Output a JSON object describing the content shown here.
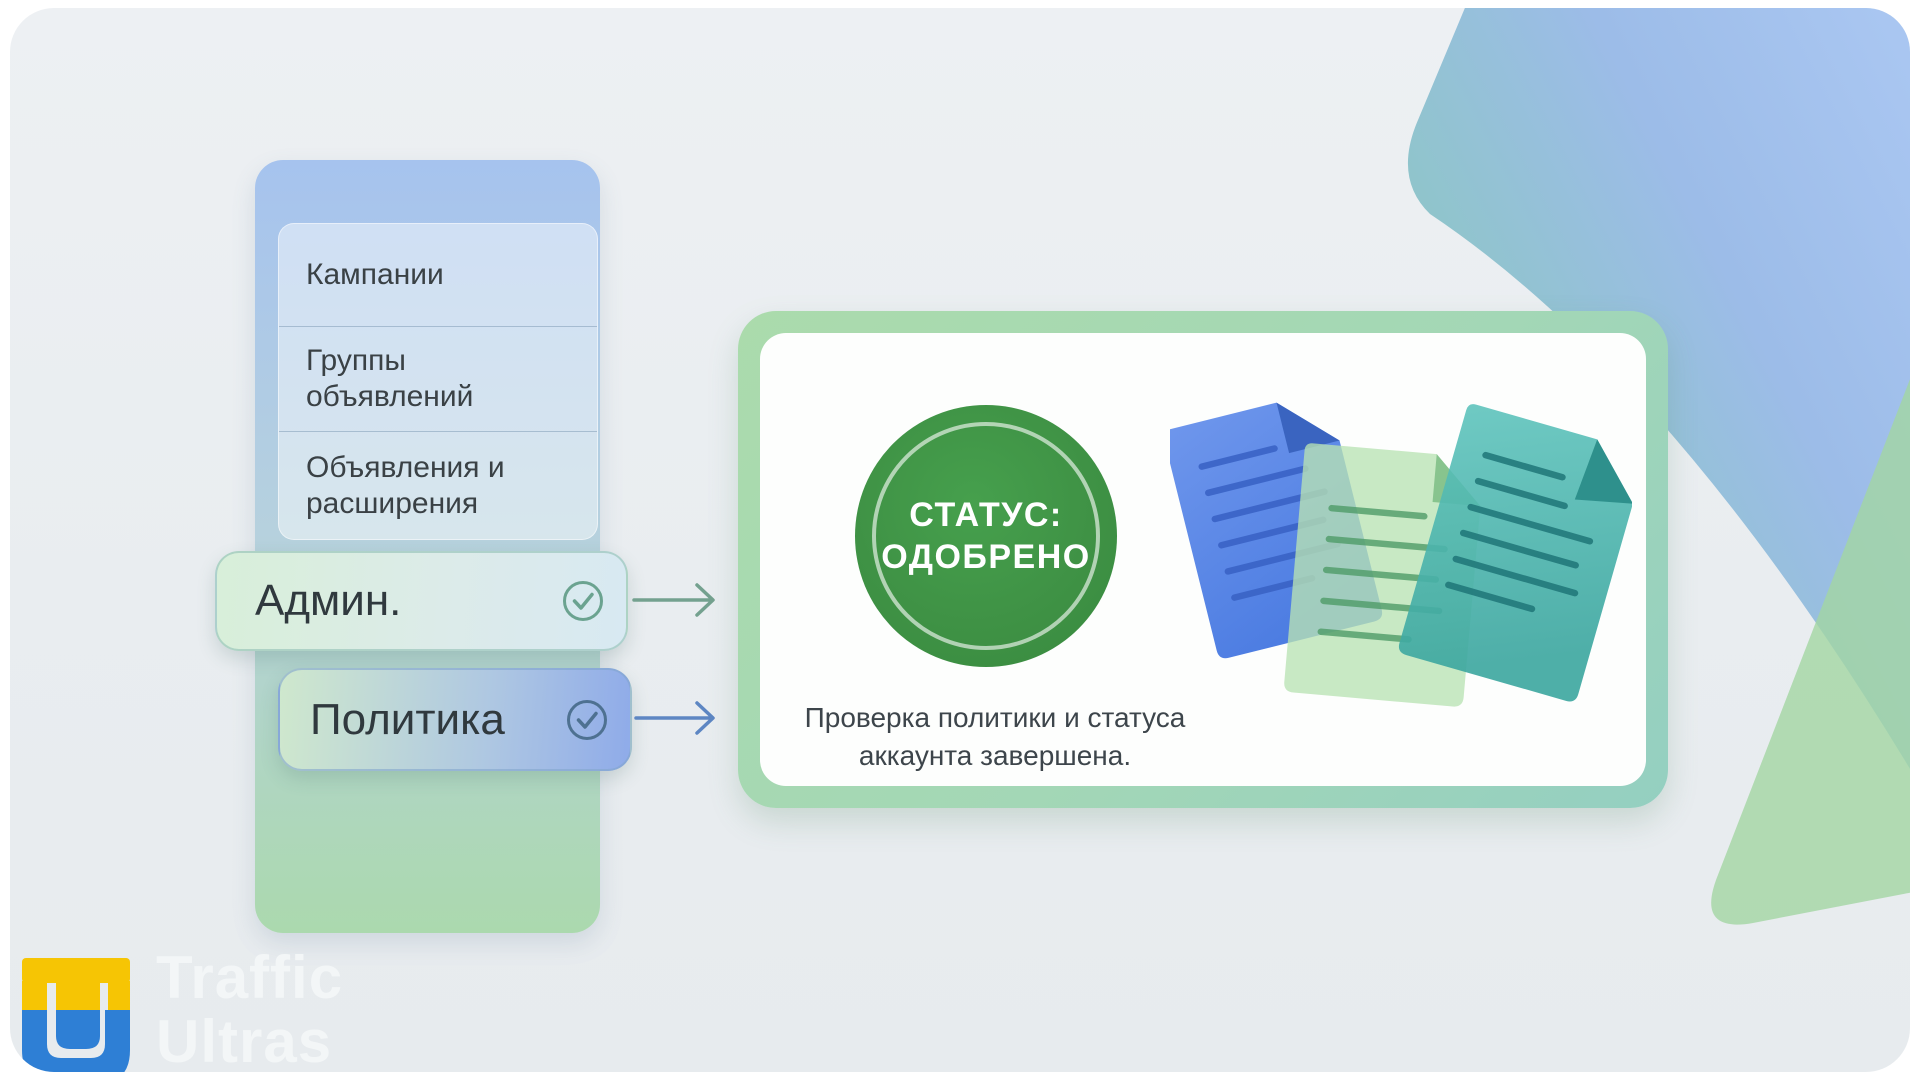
{
  "colors": {
    "status_green": "#3f9245",
    "card_border_green": "#a9d9ab",
    "panel_blue": "#a6c3ee",
    "panel_green": "#abd9ae",
    "brand_yellow": "#f6c504",
    "brand_blue": "#2e7fd5",
    "doc_blue": "#5c85e6",
    "doc_green": "#b9e3b3",
    "doc_teal": "#47aea7",
    "arrow_green": "#74a18f",
    "arrow_blue": "#5d86c3"
  },
  "sidebar": {
    "menu_items": [
      {
        "label": "Кампании"
      },
      {
        "label": "Группы\nобъявлений"
      },
      {
        "label": "Объявления и\nрасширения"
      }
    ],
    "pills": [
      {
        "label": "Админ.",
        "icon": "check-circle-icon"
      },
      {
        "label": "Политика",
        "icon": "check-circle-icon"
      }
    ]
  },
  "status_card": {
    "badge": "СТАТУС:\nОДОБРЕНО",
    "caption": "Проверка политики и статуса\nаккаунта завершена.",
    "illustration": "three-documents"
  },
  "logo": {
    "line1": "Traffic",
    "line2": "Ultras",
    "mark": "TU-monogram"
  }
}
